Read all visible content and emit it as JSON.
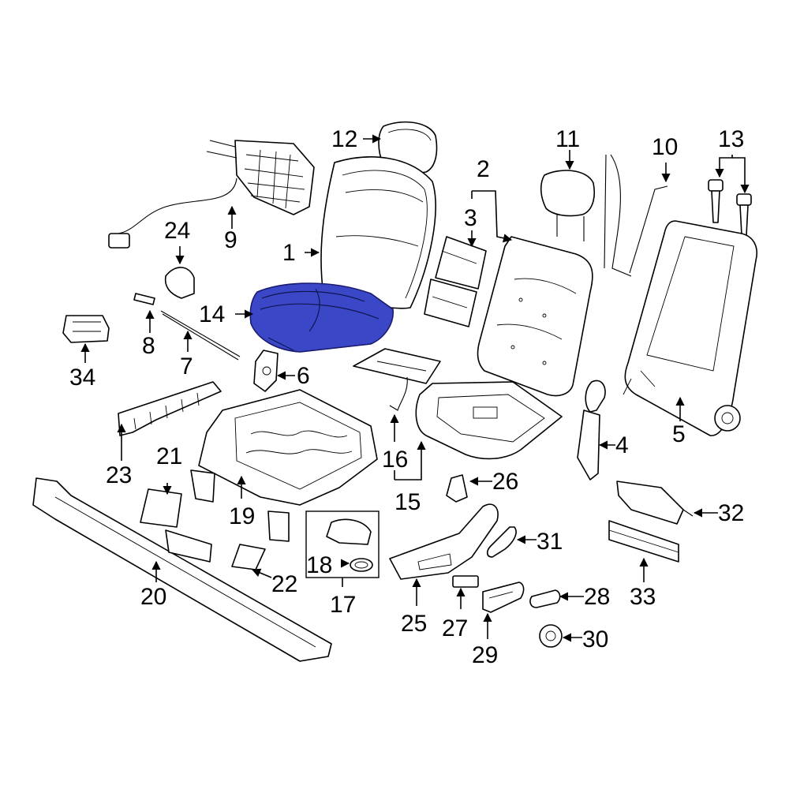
{
  "colors": {
    "line": "#000000",
    "background": "#ffffff",
    "highlight": "#3a48c8"
  },
  "highlighted_part": "14",
  "callouts": [
    "1",
    "2",
    "3",
    "4",
    "5",
    "6",
    "7",
    "8",
    "9",
    "10",
    "11",
    "12",
    "13",
    "14",
    "15",
    "16",
    "17",
    "18",
    "19",
    "20",
    "21",
    "22",
    "23",
    "24",
    "25",
    "26",
    "27",
    "28",
    "29",
    "30",
    "31",
    "32",
    "33",
    "34"
  ]
}
